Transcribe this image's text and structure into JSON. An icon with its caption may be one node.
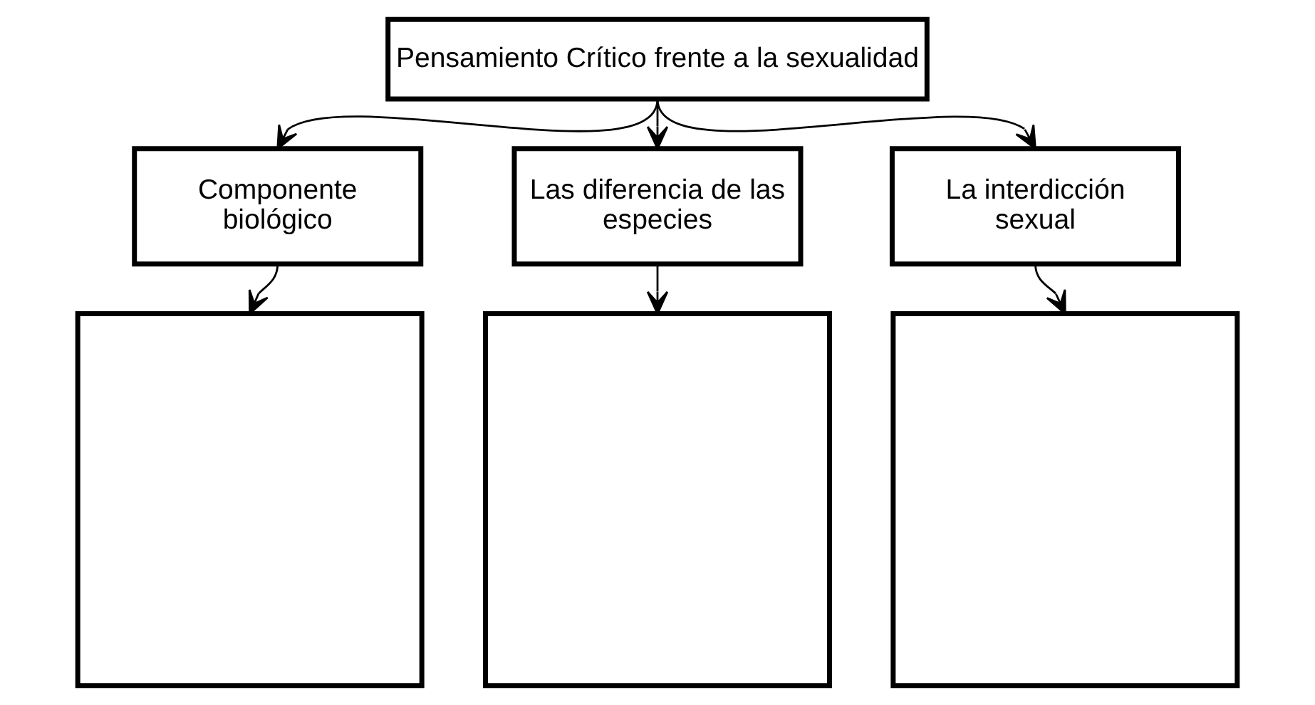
{
  "diagram": {
    "nodes": [
      {
        "text": [
          "Pensamiento Crítico frente a la sexualidad"
        ]
      },
      {
        "text": [
          "Componente biológico"
        ]
      },
      {
        "text": [
          "Las diferencia de las especies"
        ]
      },
      {
        "text": [
          "La interdicción sexual"
        ]
      },
      {
        "text": [],
        "shape": "box"
      },
      {
        "text": [],
        "shape": "box"
      },
      {
        "text": [],
        "shape": "box"
      }
    ],
    "edges": [
      {
        "from": 0,
        "to": 1,
        "arrow": "to"
      },
      {
        "from": 0,
        "to": 2,
        "arrow": "to"
      },
      {
        "from": 0,
        "to": 3,
        "arrow": "to"
      },
      {
        "from": 1,
        "to": 4,
        "arrow": "to"
      },
      {
        "from": 2,
        "to": 5,
        "arrow": "to"
      },
      {
        "from": 3,
        "to": 6,
        "arrow": "to"
      }
    ]
  }
}
